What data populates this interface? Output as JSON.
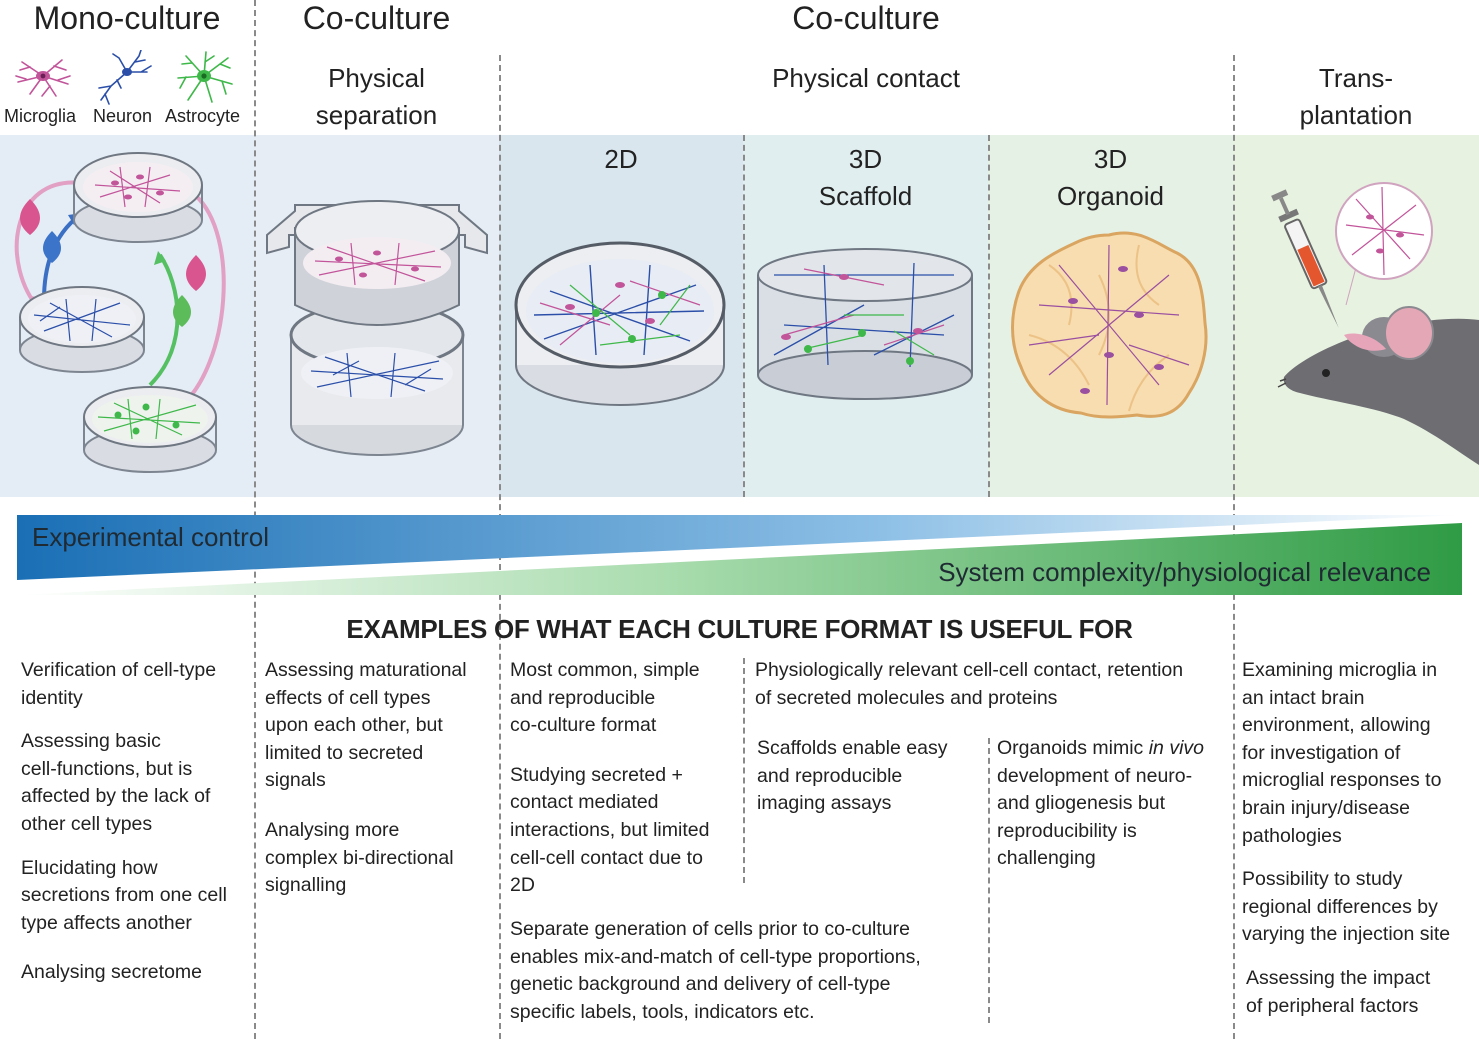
{
  "headers": {
    "mono": "Mono-culture",
    "co_sep": "Co-culture",
    "co_contact": "Co-culture"
  },
  "subheaders": {
    "physical_separation": [
      "Physical",
      "separation"
    ],
    "physical_contact": "Physical contact",
    "transplantation": [
      "Trans-",
      "plantation"
    ],
    "two_d": "2D",
    "scaffold": [
      "3D",
      "Scaffold"
    ],
    "organoid": [
      "3D",
      "Organoid"
    ]
  },
  "cell_types": [
    "Microglia",
    "Neuron",
    "Astrocyte"
  ],
  "colors": {
    "microglia": "#c2549a",
    "neuron": "#2b4fa8",
    "astrocyte": "#3fb84a",
    "band_mono": "#e4ecf6",
    "band_sep": "#e6edf5",
    "band_2d": "#d9e6ee",
    "band_scaffold": "#e1eef0",
    "band_organoid": "#e6f1e6",
    "band_transplant": "#e7f2e1",
    "gradient_blue": "#1a6fb5",
    "gradient_green": "#2f9b45"
  },
  "gradients": {
    "experimental_control": "Experimental control",
    "system_complexity": "System complexity/physiological relevance"
  },
  "section_heading": "EXAMPLES OF WHAT EACH CULTURE FORMAT IS USEFUL FOR",
  "examples": {
    "mono": [
      [
        "Verification of cell-type",
        "identity"
      ],
      [
        "Assessing basic",
        "cell-functions, but is",
        "affected by the lack of",
        "other cell types"
      ],
      [
        "Elucidating how",
        "secretions from one cell",
        "type affects another"
      ],
      [
        "Analysing secretome"
      ]
    ],
    "separation": [
      [
        "Assessing maturational",
        "effects of cell types",
        "upon each other, but",
        "limited to secreted",
        "signals"
      ],
      [
        "Analysing more",
        "complex bi-directional",
        "signalling"
      ]
    ],
    "two_d": [
      [
        "Most common, simple",
        "and reproducible",
        "co-culture format"
      ],
      [
        "Studying  secreted +",
        "contact mediated",
        "interactions, but limited",
        "cell-cell contact due to",
        "2D"
      ]
    ],
    "contact_shared": [
      "Physiologically relevant cell-cell contact, retention",
      "of secreted molecules and proteins"
    ],
    "scaffold": [
      "Scaffolds enable easy",
      "and reproducible",
      "imaging assays"
    ],
    "organoid": {
      "line1_pre": "Organoids mimic ",
      "line1_em": "in vivo",
      "rest": [
        "development of neuro-",
        "and gliogenesis but",
        "reproducibility is",
        "challenging"
      ]
    },
    "mix_match": [
      "Separate generation of cells prior to co-culture",
      "enables mix-and-match of cell-type proportions,",
      "genetic background and delivery of cell-type",
      "specific labels, tools, indicators etc."
    ],
    "transplant": [
      [
        "Examining microglia in",
        "an intact brain",
        "environment, allowing",
        "for investigation of",
        "microglial responses to",
        "brain injury/disease",
        "pathologies"
      ],
      [
        "Possibility to study",
        "regional differences by",
        "varying the injection site"
      ],
      [
        "Assessing the impact",
        "of peripheral factors"
      ]
    ]
  }
}
